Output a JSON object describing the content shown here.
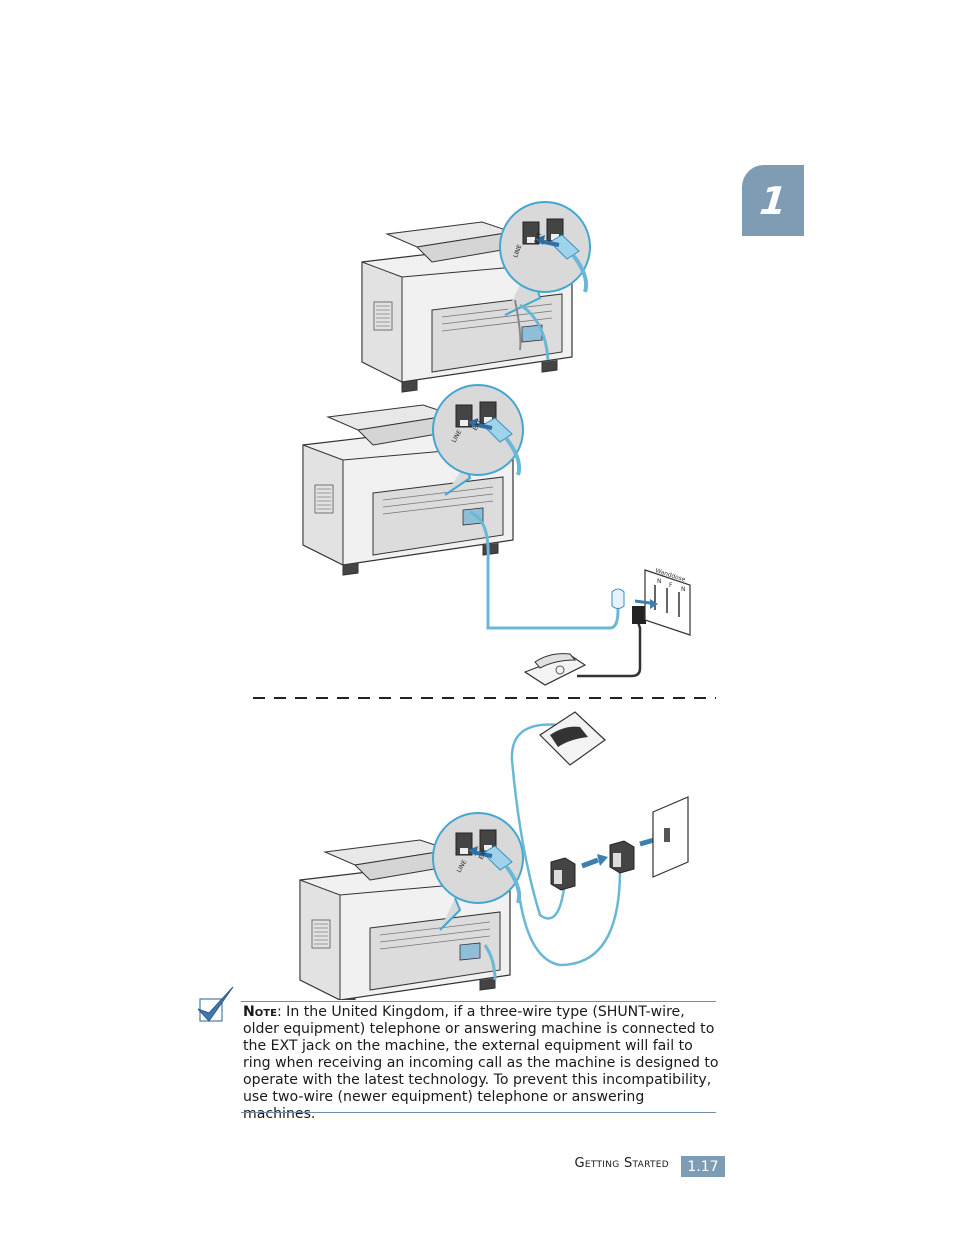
{
  "chapter": {
    "number": "1"
  },
  "figure": {
    "jack_labels": {
      "line": "LINE",
      "ext": "EXT"
    },
    "wall_socket_text": "Wanddose",
    "wall_socket_letters": [
      "N",
      "F",
      "N"
    ]
  },
  "note": {
    "label": "Note",
    "text": ": In the United Kingdom, if a three-wire type (SHUNT-wire, older equipment) telephone or answering machine is connected to the EXT jack on the machine, the external equipment will fail to ring when receiving an incoming call as the machine is designed to operate with the latest technology. To prevent this incompatibility, use two-wire (newer equipment) telephone or answering machines."
  },
  "footer": {
    "section_title": "Getting Started",
    "page_number": "1.17"
  },
  "colors": {
    "accent": "#7e9db4",
    "cable": "#6ab8d8",
    "arrow": "#3d7fb0"
  }
}
